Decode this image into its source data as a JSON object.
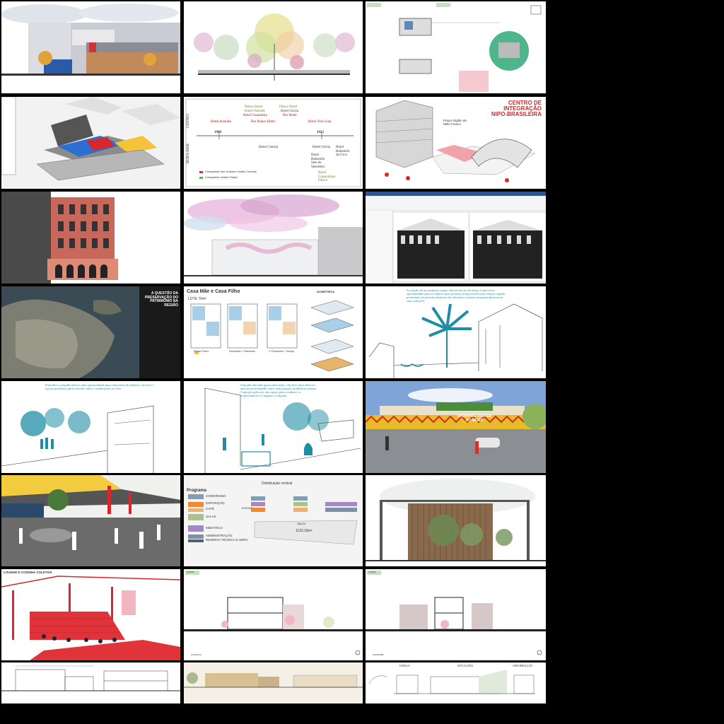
{
  "sheets": {
    "timeline": {
      "centro": "CENTRO",
      "beiramar": "BEIRA-MAR",
      "years": [
        "1900",
        "1922"
      ],
      "hotels_top": [
        "Hotel Avenida",
        "Palace Hotel",
        "Hotel Ostende",
        "Hotel Guanabara",
        "Rio Palace Hotel",
        "Palace Hotel",
        "Hotel Glória",
        "Rio Hotel",
        "Hotel Vera Cruz"
      ],
      "hotels_bottom": [
        "Hotel Central",
        "Hotel Glória",
        "Hotel Balneário Sete de Setembro",
        "Hotel Balneário da Urca",
        "Hotel Copacabana Palace"
      ],
      "legend": [
        "Companhia dos Grandes Hotéis Centrais",
        "Companhia Hotels Palace"
      ]
    },
    "nipo": {
      "title": "CENTRO DE INTEGRAÇÃO NIPO-BRASILEIRA",
      "square": "Praça Virgílio de Melo Franco"
    },
    "preservacao": {
      "title": "A QUESTÃO DA PRESERVAÇÃO DO PATRIMÔNIO NA REGIÃO"
    },
    "casa": {
      "title": "Casa Mãe e Casa Filho",
      "lot": "LOTE 70m²",
      "isometrica": "ISOMÉTRICA",
      "plans": [
        "Planta Térreo",
        "Pavimento + Pavimento",
        "1º Pavimento + Terraço"
      ]
    },
    "sketch_a": {
      "caption": "A criação de um pequeno espaço lateral na rua de praça é uma nova oportunidade para a edifício mais próximo proporcional uma relação rápida, permitindo às pessoas desfrutar da obra para a praia cinquenta fazerem as suas refeições."
    },
    "sketch_b": {
      "caption": "Entender a calçada oferece uma oportunidade para uma parte de plantas e arvores e outras gentilezas para circular cafés e restaurantes ao livre."
    },
    "sketch_c": {
      "caption": "Calçada alterada quase para lazer; ela deve fazer bem em uma de proximidade, lazer, arborização, mobiliário urbano. A apropriação por um espaço para conduzir os frequentadores a integrar a calçada."
    },
    "meier": {
      "sign": "SHOPPING CENTER DO MÉIER"
    },
    "programa": {
      "title": "Programa",
      "dist_title": "Distribuição vertical",
      "items": [
        {
          "label": "COWORKING",
          "color": "#7f9fb5"
        },
        {
          "label": "EXPOSIÇÃO",
          "color": "#f08a30"
        },
        {
          "label": "CAFÉ",
          "color": "#f0b070"
        },
        {
          "label": "SALAS",
          "color": "#a9c489"
        },
        {
          "label": "MIDIATECA",
          "color": "#a487c4"
        },
        {
          "label": "ADMINISTRAÇÃO",
          "color": "#7f8fa9"
        },
        {
          "label": "RESERVA TÉCNICA E SERV.",
          "color": "#4f5f78"
        }
      ],
      "area": "1132,18m²",
      "dim": "186,34",
      "access": "ACESSO"
    },
    "lounge": {
      "title": "LOUNGE E COZINHA COLETIVA"
    },
    "corte_a": {
      "tab": "CORTE",
      "label": "CORTE AA"
    },
    "corte_b": {
      "tab": "CORTE",
      "label": "CORTE BB"
    },
    "diagram": {
      "labels": [
        "ESPAÇO",
        "SITUAÇÕES",
        "APROPRIAÇÃO"
      ]
    }
  },
  "colors": {
    "teal": "#1f8ea5",
    "red": "#d9262c",
    "pink": "#d88fbf",
    "green": "#5cb090"
  }
}
